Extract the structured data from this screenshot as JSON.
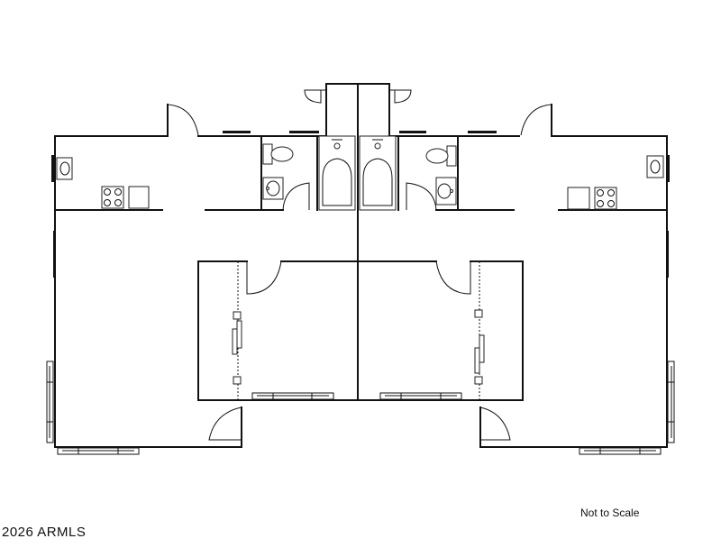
{
  "diagram": {
    "type": "floor-plan",
    "layout": "duplex, two mirrored units",
    "units": [
      {
        "side": "left",
        "rooms": [
          "kitchen",
          "bathroom",
          "bedroom",
          "living-area"
        ]
      },
      {
        "side": "right",
        "rooms": [
          "kitchen",
          "bathroom",
          "bedroom",
          "living-area"
        ]
      }
    ]
  },
  "labels": {
    "scale_note": "Not to Scale",
    "copyright": "2026 ARMLS"
  },
  "colors": {
    "line": "#111111",
    "background": "#ffffff"
  }
}
